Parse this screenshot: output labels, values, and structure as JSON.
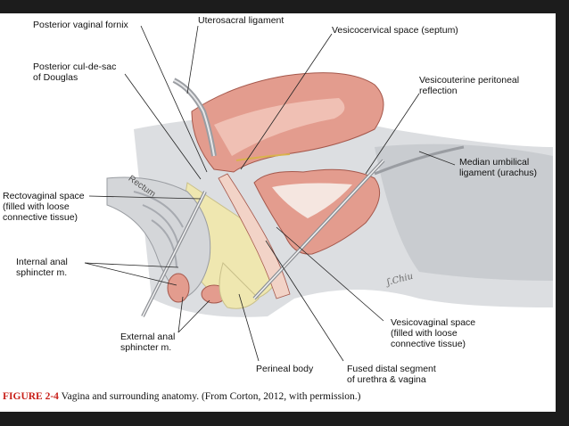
{
  "labels": {
    "posterior_vaginal_fornix": "Posterior vaginal fornix",
    "uterosacral_ligament": "Uterosacral ligament",
    "vesicocervical_space": "Vesicocervical space (septum)",
    "posterior_cul_de_sac": "Posterior cul-de-sac\nof Douglas",
    "vesicouterine_reflection": "Vesicouterine peritoneal\nreflection",
    "median_umbilical_ligament": "Median umbilical\nligament (urachus)",
    "rectovaginal_space": "Rectovaginal space\n(filled with loose\nconnective tissue)",
    "internal_anal_sphincter": "Internal anal\nsphincter m.",
    "external_anal_sphincter": "External anal\nsphincter m.",
    "perineal_body": "Perineal body",
    "fused_distal_segment": "Fused distal segment\nof urethra & vagina",
    "vesicovaginal_space": "Vesicovaginal space\n(filled with loose\nconnective tissue)",
    "rectum": "Rectum"
  },
  "caption": {
    "figure": "FIGURE 2-4",
    "text": " Vagina and surrounding anatomy. (From Corton, 2012, with permission.)"
  },
  "colors": {
    "slide_background": "#1c1c1c",
    "muscle": "#e39c8e",
    "tissue_yellow": "#efe7b0",
    "gray_tissue": "#d4d6d9",
    "leader_line": "#222222"
  }
}
